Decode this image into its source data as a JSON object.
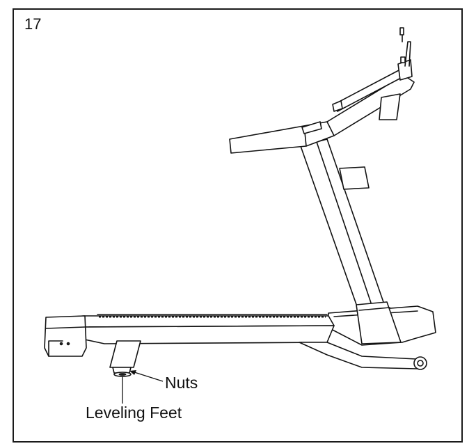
{
  "step": {
    "number": "17"
  },
  "labels": {
    "nuts": "Nuts",
    "leveling_feet": "Leveling Feet"
  },
  "colors": {
    "line": "#111111",
    "background": "#ffffff",
    "frame": "#1a1a1a"
  }
}
